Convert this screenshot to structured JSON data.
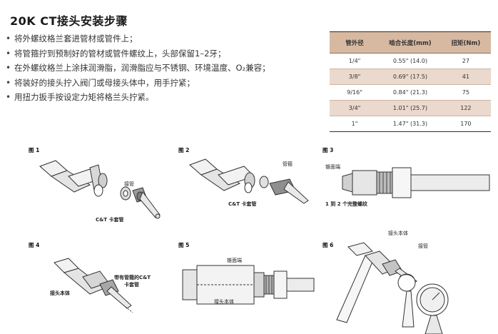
{
  "title": "20K CT接头安装步骤",
  "steps": [
    "将外螺纹格兰套进管材或管件上；",
    "将管箍拧到预制好的管材或管件螺纹上，头部保留1–2牙；",
    "在外螺纹格兰上涂抹润滑脂，润滑脂应与不锈钢、环境温度、O₂兼容；",
    "将装好的接头拧入阀门或母接头体中，用手拧紧；",
    "用扭力扳手按设定力矩将格兰头拧紧。"
  ],
  "bullet": "•",
  "table": {
    "headers": [
      "管外径",
      "啮合长度(mm)",
      "扭矩(Nm)"
    ],
    "rows": [
      [
        "1/4\"",
        "0.55\" (14.0)",
        "27"
      ],
      [
        "3/8\"",
        "0.69\" (17.5)",
        "41"
      ],
      [
        "9/16\"",
        "0.84\" (21.3)",
        "75"
      ],
      [
        "3/4\"",
        "1.01\" (25.7)",
        "122"
      ],
      [
        "1\"",
        "1.47\" (31.3)",
        "170"
      ]
    ]
  },
  "figures": {
    "fig1": {
      "label": "图 1",
      "callouts": [
        "接管",
        "C&T 卡套管"
      ]
    },
    "fig2": {
      "label": "图 2",
      "callouts": [
        "管箍",
        "C&T 卡套管"
      ]
    },
    "fig3": {
      "label": "图 3",
      "callouts": [
        "锥面端",
        "1 到 2 个完整螺纹"
      ]
    },
    "fig4": {
      "label": "图 4",
      "callouts": [
        "带有管箍的C&T",
        "卡套管",
        "接头本体"
      ]
    },
    "fig5": {
      "label": "图 5",
      "callouts": [
        "锥面端",
        "接头本体"
      ]
    },
    "fig6": {
      "label": "图 6",
      "callouts": [
        "接头本体",
        "接管"
      ]
    }
  }
}
